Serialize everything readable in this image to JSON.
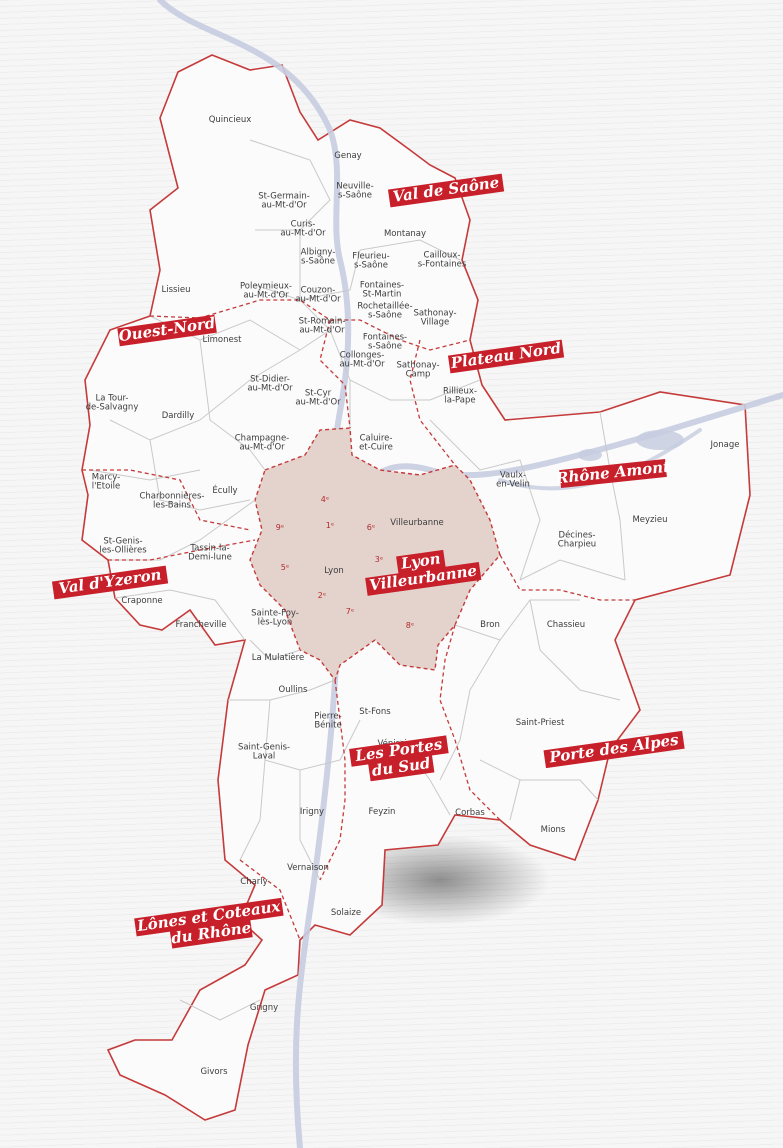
{
  "colors": {
    "sector_fill": "#c8202a",
    "sector_text": "#ffffff",
    "border": "#c53a3a",
    "lyon_fill": "#e4d3cd",
    "land": "#fbfbfb",
    "river": "#c7cde0"
  },
  "sectors": [
    {
      "name": "val-de-saone",
      "lines": [
        "Val de Saône"
      ]
    },
    {
      "name": "ouest-nord",
      "lines": [
        "Ouest-Nord"
      ]
    },
    {
      "name": "plateau-nord",
      "lines": [
        "Plateau Nord"
      ]
    },
    {
      "name": "rhone-amont",
      "lines": [
        "Rhône Amont"
      ]
    },
    {
      "name": "lyon-villeurbanne",
      "lines": [
        "Lyon",
        "Villeurbanne"
      ]
    },
    {
      "name": "val-dyzeron",
      "lines": [
        "Val d'Yzeron"
      ]
    },
    {
      "name": "les-portes-du-sud",
      "lines": [
        "Les Portes",
        "du Sud"
      ]
    },
    {
      "name": "porte-des-alpes",
      "lines": [
        "Porte des Alpes"
      ]
    },
    {
      "name": "lones-et-coteaux",
      "lines": [
        "Lônes et Coteaux",
        "du Rhône"
      ]
    }
  ],
  "communes": [
    {
      "lines": [
        "Quincieux"
      ]
    },
    {
      "lines": [
        "Genay"
      ]
    },
    {
      "lines": [
        "Neuville-",
        "s-Saône"
      ]
    },
    {
      "lines": [
        "St-Germain-",
        "au-Mt-d'Or"
      ]
    },
    {
      "lines": [
        "Curis-",
        "au-Mt-d'Or"
      ]
    },
    {
      "lines": [
        "Montanay"
      ]
    },
    {
      "lines": [
        "Albigny-",
        "s-Saône"
      ]
    },
    {
      "lines": [
        "Fleurieu-",
        "s-Saône"
      ]
    },
    {
      "lines": [
        "Cailloux-",
        "s-Fontaines"
      ]
    },
    {
      "lines": [
        "Lissieu"
      ]
    },
    {
      "lines": [
        "Poleymieux-",
        "au-Mt-d'Or"
      ]
    },
    {
      "lines": [
        "Couzon-",
        "au-Mt-d'Or"
      ]
    },
    {
      "lines": [
        "Fontaines-",
        "St-Martin"
      ]
    },
    {
      "lines": [
        "Rochetaillée-",
        "s-Saône"
      ]
    },
    {
      "lines": [
        "Sathonay-",
        "Village"
      ]
    },
    {
      "lines": [
        "St-Romain-",
        "au-Mt-d'Or"
      ]
    },
    {
      "lines": [
        "Fontaines-",
        "s-Saône"
      ]
    },
    {
      "lines": [
        "Limonest"
      ]
    },
    {
      "lines": [
        "Collonges-",
        "au-Mt-d'Or"
      ]
    },
    {
      "lines": [
        "Sathonay-",
        "Camp"
      ]
    },
    {
      "lines": [
        "Rillieux-",
        "la-Pape"
      ]
    },
    {
      "lines": [
        "La Tour-",
        "de-Salvagny"
      ]
    },
    {
      "lines": [
        "Dardilly"
      ]
    },
    {
      "lines": [
        "St-Didier-",
        "au-Mt-d'Or"
      ]
    },
    {
      "lines": [
        "St-Cyr",
        "au-Mt-d'Or"
      ]
    },
    {
      "lines": [
        "Champagne-",
        "au-Mt-d'Or"
      ]
    },
    {
      "lines": [
        "Caluire-",
        "et-Cuire"
      ]
    },
    {
      "lines": [
        "Marcy-",
        "l'Etoile"
      ]
    },
    {
      "lines": [
        "Charbonnières-",
        "les-Bains"
      ]
    },
    {
      "lines": [
        "Écully"
      ]
    },
    {
      "lines": [
        "Vaulx-",
        "en-Velin"
      ]
    },
    {
      "lines": [
        "Jonage"
      ]
    },
    {
      "lines": [
        "Meyzieu"
      ]
    },
    {
      "lines": [
        "Villeurbanne"
      ]
    },
    {
      "lines": [
        "Décines-",
        "Charpieu"
      ]
    },
    {
      "lines": [
        "St-Genis-",
        "les-Ollières"
      ]
    },
    {
      "lines": [
        "Tassin-la-",
        "Demi-lune"
      ]
    },
    {
      "lines": [
        "Lyon"
      ]
    },
    {
      "lines": [
        "Craponne"
      ]
    },
    {
      "lines": [
        "Francheville"
      ]
    },
    {
      "lines": [
        "Sainte-Foy-",
        "lès-Lyon"
      ]
    },
    {
      "lines": [
        "Bron"
      ]
    },
    {
      "lines": [
        "Chassieu"
      ]
    },
    {
      "lines": [
        "La Mulatière"
      ]
    },
    {
      "lines": [
        "Oullins"
      ]
    },
    {
      "lines": [
        "Pierre-",
        "Bénite"
      ]
    },
    {
      "lines": [
        "St-Fons"
      ]
    },
    {
      "lines": [
        "Vénissieux"
      ]
    },
    {
      "lines": [
        "Saint-Priest"
      ]
    },
    {
      "lines": [
        "Saint-Genis-",
        "Laval"
      ]
    },
    {
      "lines": [
        "Irigny"
      ]
    },
    {
      "lines": [
        "Feyzin"
      ]
    },
    {
      "lines": [
        "Corbas"
      ]
    },
    {
      "lines": [
        "Mions"
      ]
    },
    {
      "lines": [
        "Vernaison"
      ]
    },
    {
      "lines": [
        "Charly"
      ]
    },
    {
      "lines": [
        "Solaize"
      ]
    },
    {
      "lines": [
        "Grigny"
      ]
    },
    {
      "lines": [
        "Givors"
      ]
    }
  ],
  "arrondissements": [
    "1ᵉ",
    "2ᵉ",
    "3ᵉ",
    "4ᵉ",
    "5ᵉ",
    "6ᵉ",
    "7ᵉ",
    "8ᵉ",
    "9ᵉ"
  ]
}
